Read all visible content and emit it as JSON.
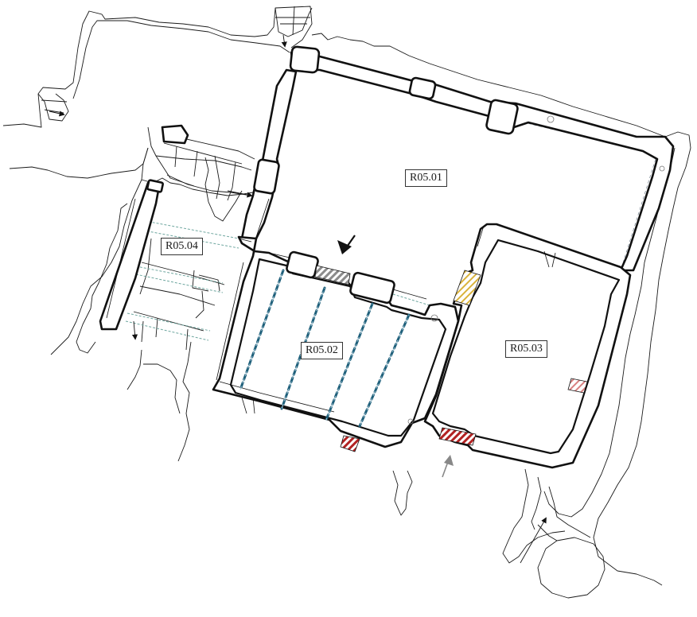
{
  "rooms": [
    {
      "id": "r0501",
      "label": "R05.01"
    },
    {
      "id": "r0502",
      "label": "R05.02"
    },
    {
      "id": "r0503",
      "label": "R05.03"
    },
    {
      "id": "r0504",
      "label": "R05.04"
    }
  ],
  "colors": {
    "wall": "#111111",
    "terrain": "#1a1a1a",
    "floor_pattern_blue": "#1e5f7a",
    "stair_pattern_teal": "#6fa7a0",
    "hatch_grey": "#888888",
    "hatch_red": "#b22222",
    "hatch_pink": "#d98080",
    "hatch_yellow": "#d9b23a"
  },
  "arrows": [
    {
      "id": "entrance-arrow-north",
      "style": "bold-black"
    },
    {
      "id": "entrance-arrow-south",
      "style": "grey"
    }
  ]
}
